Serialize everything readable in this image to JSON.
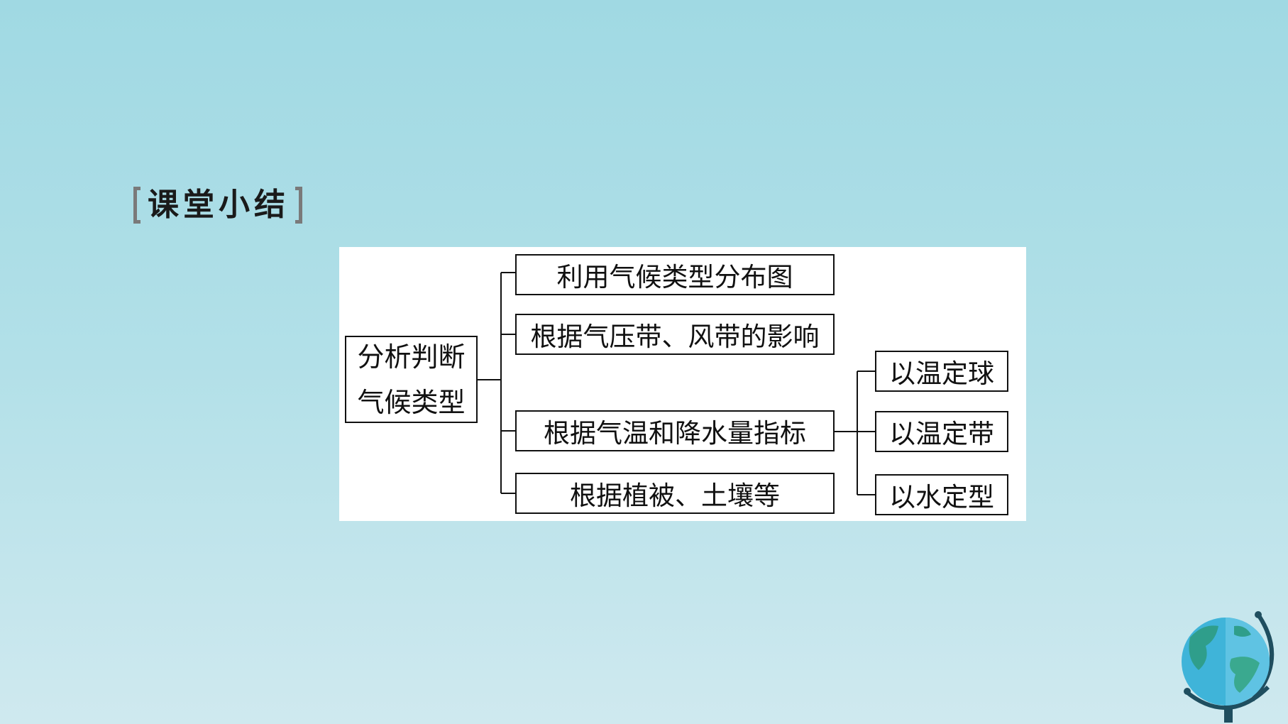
{
  "heading": {
    "text": "课堂小结"
  },
  "diagram": {
    "root": {
      "line1": "分析判断",
      "line2": "气候类型"
    },
    "methods": [
      "利用气候类型分布图",
      "根据气压带、风带的影响",
      "根据气温和降水量指标",
      "根据植被、土壤等"
    ],
    "sub_methods": [
      "以温定球",
      "以温定带",
      "以水定型"
    ]
  },
  "colors": {
    "background_top": "#a0d9e3",
    "background_bottom": "#cfe9ef",
    "panel": "#ffffff",
    "line": "#111111"
  }
}
